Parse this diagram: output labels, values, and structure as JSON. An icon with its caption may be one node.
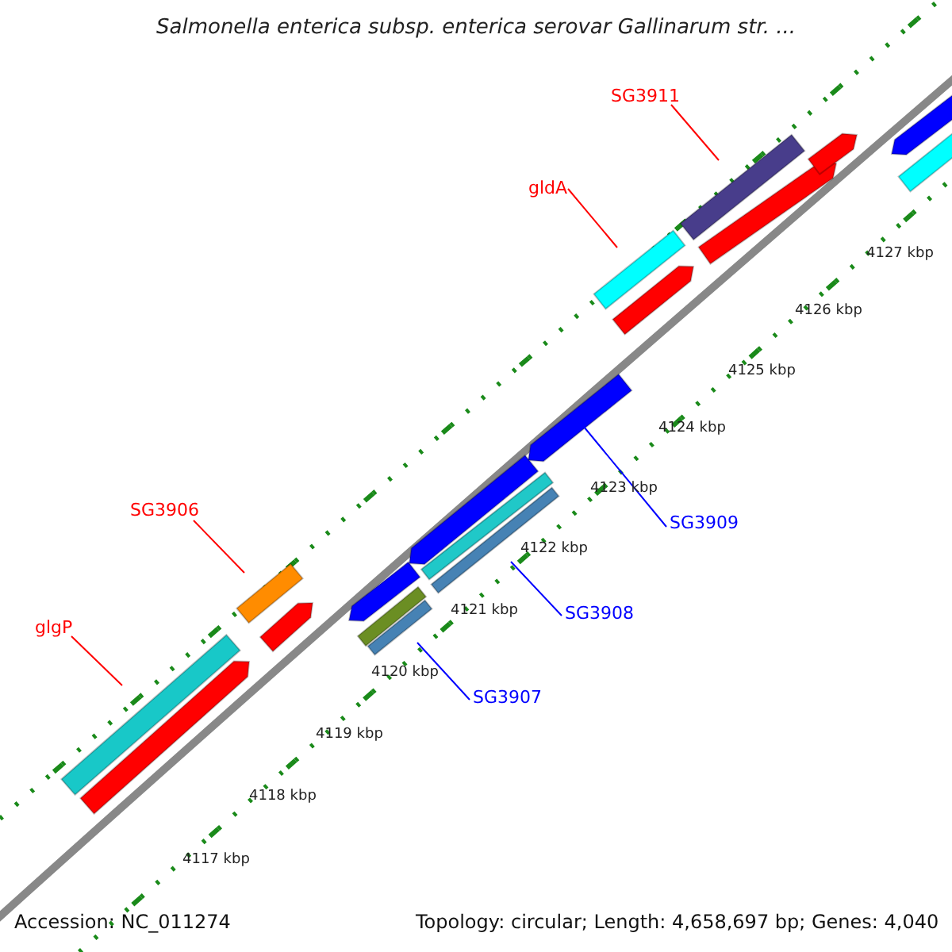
{
  "diagram": {
    "title": "Salmonella enterica subsp. enterica serovar Gallinarum str. ...",
    "nodes": [
      {
        "text": [
          "SG3911"
        ]
      },
      {
        "text": [],
        "shape": "bar"
      },
      {
        "text": [
          "gldA"
        ]
      },
      {
        "text": [],
        "shape": "bar"
      },
      {
        "text": [
          "SG3906"
        ]
      },
      {
        "text": [],
        "shape": "bar"
      },
      {
        "text": [
          "glgP"
        ]
      },
      {
        "text": [],
        "shape": "bar"
      },
      {
        "text": [
          "SG3909"
        ]
      },
      {
        "text": [],
        "shape": "bar"
      },
      {
        "text": [
          "SG3908"
        ]
      },
      {
        "text": [],
        "shape": "bar"
      },
      {
        "text": [
          "SG3907"
        ]
      },
      {
        "text": [],
        "shape": "bar"
      },
      {
        "text": [],
        "shape": "bar"
      },
      {
        "text": [],
        "shape": "bar"
      },
      {
        "text": [],
        "shape": "bar"
      },
      {
        "text": [],
        "shape": "bar"
      },
      {
        "text": [],
        "shape": "bar"
      },
      {
        "text": [],
        "shape": "bar"
      },
      {
        "text": [],
        "shape": "bar"
      },
      {
        "text": [],
        "shape": "bar"
      },
      {
        "text": [],
        "shape": "bar"
      },
      {
        "text": [],
        "shape": "bar"
      },
      {
        "text": [],
        "shape": "bar"
      }
    ],
    "edges": [
      {
        "from": 0,
        "to": 1,
        "arrow": "none"
      },
      {
        "from": 2,
        "to": 3,
        "arrow": "none"
      },
      {
        "from": 4,
        "to": 5,
        "arrow": "none"
      },
      {
        "from": 6,
        "to": 7,
        "arrow": "none"
      },
      {
        "from": 8,
        "to": 9,
        "arrow": "none",
        "color": "#0000ff"
      },
      {
        "from": 10,
        "to": 11,
        "arrow": "none",
        "color": "#0000ff"
      },
      {
        "from": 12,
        "to": 13,
        "arrow": "none",
        "color": "#0000ff"
      }
    ],
    "labels": [
      "4127 kbp",
      "4126 kbp",
      "4125 kbp",
      "4124 kbp",
      "4123 kbp",
      "4122 kbp",
      "4121 kbp",
      "4120 kbp",
      "4119 kbp",
      "4118 kbp",
      "4117 kbp",
      "Accession: NC_011274",
      "Topology: circular; Length: 4,658,697 bp; Genes: 4,040"
    ]
  }
}
